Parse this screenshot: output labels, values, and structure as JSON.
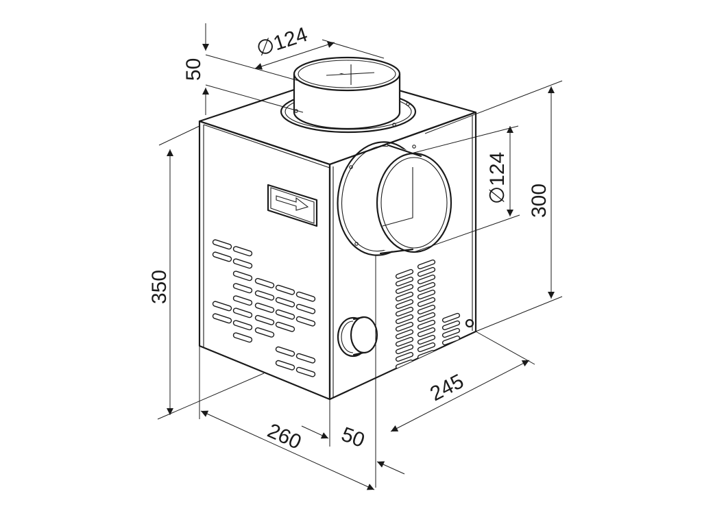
{
  "dimensions": {
    "top_outlet_diameter": "∅124",
    "top_collar_height": "50",
    "side_inlet_diameter": "∅124",
    "side_height": "300",
    "overall_height": "350",
    "front_width": "260",
    "side_depth": "245",
    "inlet_offset": "50"
  },
  "colors": {
    "line": "#1a1a1a",
    "background": "#ffffff"
  },
  "icons": {
    "airflow_label": "arrow-right-icon"
  }
}
